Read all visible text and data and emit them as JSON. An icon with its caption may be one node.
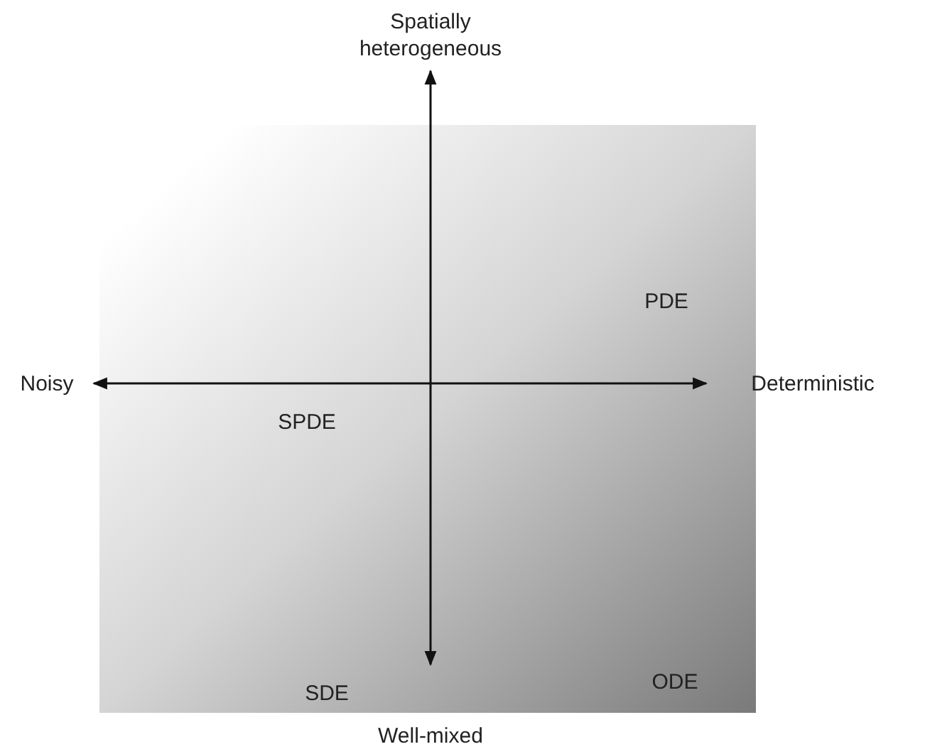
{
  "diagram": {
    "labels": [
      "Spatially heterogeneous",
      "PDE",
      "Noisy",
      "Deterministic",
      "SPDE",
      "SDE",
      "ODE",
      "Well-mixed"
    ]
  }
}
